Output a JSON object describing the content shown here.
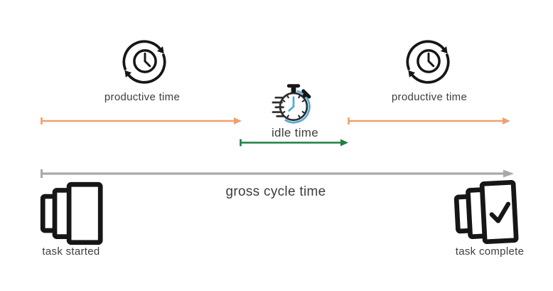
{
  "colors": {
    "orange": "#f0a070",
    "green": "#1e8041",
    "gray": "#a9a9a9",
    "ink": "#161616",
    "dial": "#2f2f2f",
    "blue": "#54a9d9",
    "text": "#3d3d3d"
  },
  "diagram": {
    "segments": [
      {
        "id": "productive-1",
        "label": "productive time",
        "icon": "cycle-clock-icon",
        "color_key": "orange"
      },
      {
        "id": "idle",
        "label": "idle time",
        "icon": "stopwatch-icon",
        "color_key": "green"
      },
      {
        "id": "productive-2",
        "label": "productive time",
        "icon": "cycle-clock-icon",
        "color_key": "orange"
      }
    ],
    "total": {
      "label": "gross cycle time",
      "color_key": "gray"
    },
    "endpoints": {
      "start": {
        "label": "task started",
        "icon": "stacked-tasks-icon"
      },
      "end": {
        "label": "task complete",
        "icon": "stacked-tasks-check-icon"
      }
    }
  }
}
